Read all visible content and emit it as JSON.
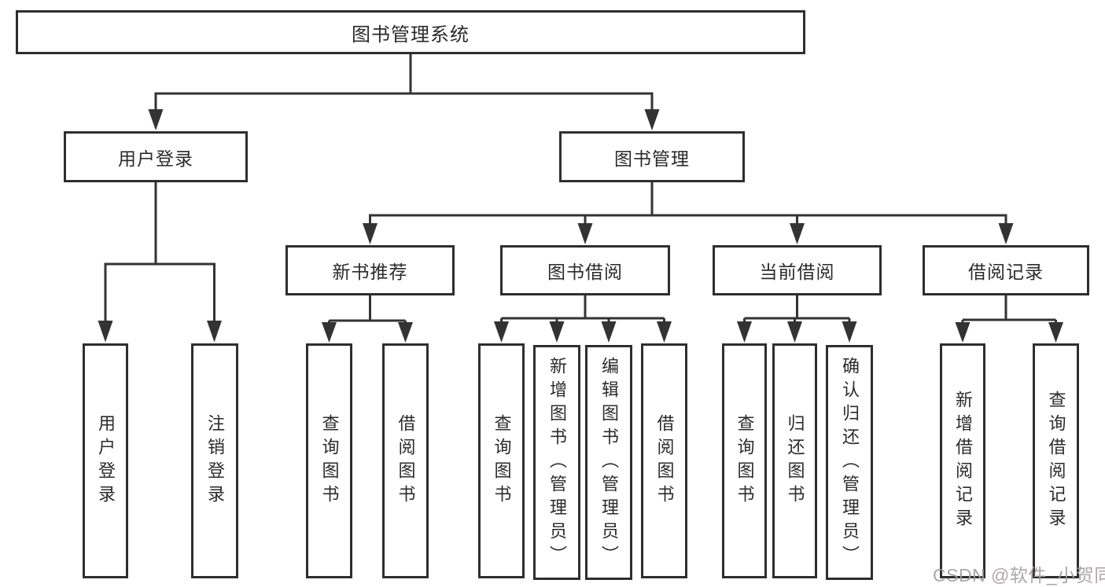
{
  "diagram": {
    "title": "图书管理系统",
    "watermark": "CSDN @软件_小贺同学",
    "colors": {
      "background": "#ffffff",
      "box_border": "#2e2e2e",
      "line": "#333333",
      "text": "#2b2b2b",
      "watermark": "#a69c9c"
    },
    "nodes": {
      "root": {
        "label": "图书管理系统"
      },
      "user_login": {
        "label": "用户登录"
      },
      "book_mgmt": {
        "label": "图书管理"
      },
      "new_book": {
        "label": "新书推荐"
      },
      "book_borrow": {
        "label": "图书借阅"
      },
      "current_borrow": {
        "label": "当前借阅"
      },
      "borrow_record": {
        "label": "借阅记录"
      },
      "leaf_user_login": {
        "label": "用户登录"
      },
      "leaf_logout": {
        "label": "注销登录"
      },
      "leaf_nb_query": {
        "label": "查询图书"
      },
      "leaf_nb_borrow": {
        "label": "借阅图书"
      },
      "leaf_bb_query": {
        "label": "查询图书"
      },
      "leaf_bb_add": {
        "label": "新增图书（管理员）"
      },
      "leaf_bb_edit": {
        "label": "编辑图书（管理员）"
      },
      "leaf_bb_borrow": {
        "label": "借阅图书"
      },
      "leaf_cb_query": {
        "label": "查询图书"
      },
      "leaf_cb_return": {
        "label": "归还图书"
      },
      "leaf_cb_confirm": {
        "label": "确认归还（管理员）"
      },
      "leaf_br_add": {
        "label": "新增借阅记录"
      },
      "leaf_br_query": {
        "label": "查询借阅记录"
      }
    },
    "edges": [
      [
        "root",
        "user_login"
      ],
      [
        "root",
        "book_mgmt"
      ],
      [
        "user_login",
        "leaf_user_login"
      ],
      [
        "user_login",
        "leaf_logout"
      ],
      [
        "book_mgmt",
        "new_book"
      ],
      [
        "book_mgmt",
        "book_borrow"
      ],
      [
        "book_mgmt",
        "current_borrow"
      ],
      [
        "book_mgmt",
        "borrow_record"
      ],
      [
        "new_book",
        "leaf_nb_query"
      ],
      [
        "new_book",
        "leaf_nb_borrow"
      ],
      [
        "book_borrow",
        "leaf_bb_query"
      ],
      [
        "book_borrow",
        "leaf_bb_add"
      ],
      [
        "book_borrow",
        "leaf_bb_edit"
      ],
      [
        "book_borrow",
        "leaf_bb_borrow"
      ],
      [
        "current_borrow",
        "leaf_cb_query"
      ],
      [
        "current_borrow",
        "leaf_cb_return"
      ],
      [
        "current_borrow",
        "leaf_cb_confirm"
      ],
      [
        "borrow_record",
        "leaf_br_add"
      ],
      [
        "borrow_record",
        "leaf_br_query"
      ]
    ]
  }
}
